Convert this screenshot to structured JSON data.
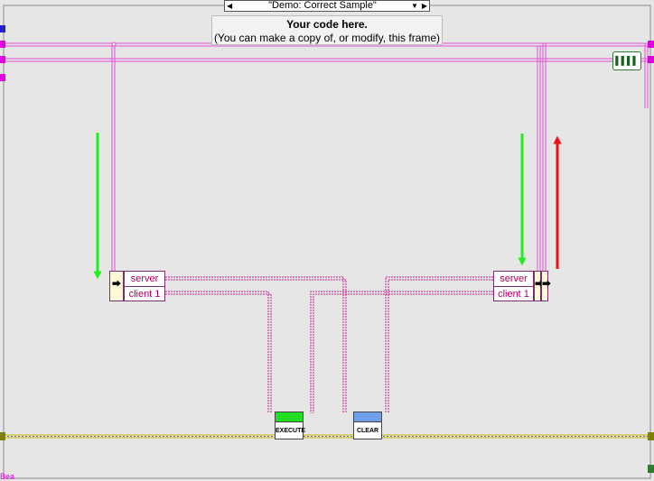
{
  "case_selector": {
    "value": "\"Demo: Correct Sample\"",
    "left_arrow": "◀",
    "right_arrow": "▶",
    "dropdown_arrow": "▼"
  },
  "comment": {
    "line1": "Your code here.",
    "line2": "(You can make a copy of, or modify, this frame)"
  },
  "cluster_left": {
    "row1": "server",
    "row2": "client 1"
  },
  "cluster_right": {
    "row1": "server",
    "row2": "client 1"
  },
  "buttons": {
    "execute": {
      "label": "EXECUTE",
      "color": "#22dd22"
    },
    "clear": {
      "label": "CLEAR",
      "color": "#6f9fe8"
    }
  },
  "corner_label": "Bea",
  "colors": {
    "wire_pink": "#e34fd6",
    "wire_yellow": "#c8b400",
    "arrow_green": "#22ee22",
    "arrow_red": "#ee1111"
  }
}
